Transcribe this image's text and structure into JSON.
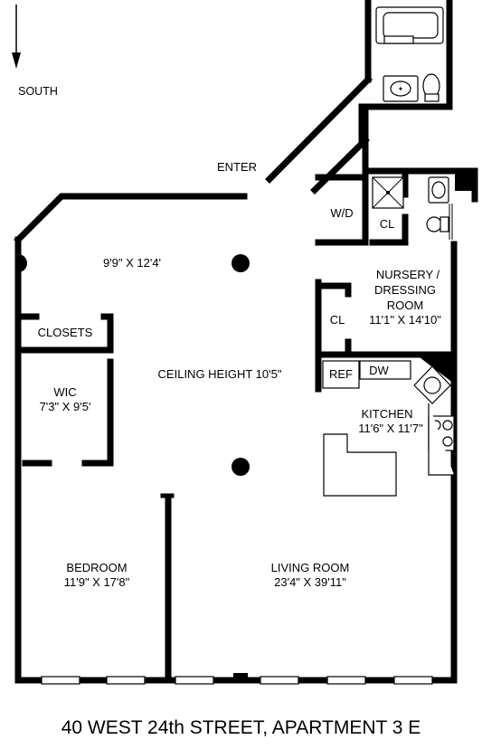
{
  "compass": {
    "direction": "SOUTH"
  },
  "entry": {
    "label": "ENTER"
  },
  "rooms": {
    "foyer": {
      "dims": "9'9\" X 12'4'"
    },
    "closets": {
      "name": "CLOSETS"
    },
    "wic": {
      "name": "WIC",
      "dims": "7'3\" X 9'5'"
    },
    "ceiling": {
      "note": "CEILING HEIGHT 10'5\""
    },
    "wd": {
      "name": "W/D"
    },
    "cl_bath": {
      "name": "CL"
    },
    "nursery": {
      "line1": "NURSERY /",
      "line2": "DRESSING",
      "line3": "ROOM",
      "dims": "11'1\" X 14'10\""
    },
    "cl_nursery": {
      "name": "CL"
    },
    "ref": {
      "name": "REF"
    },
    "dw": {
      "name": "DW"
    },
    "kitchen": {
      "name": "KITCHEN",
      "dims": "11'6\" X 11'7\""
    },
    "bedroom": {
      "name": "BEDROOM",
      "dims": "11'9\" X 17'8\""
    },
    "living": {
      "name": "LIVING ROOM",
      "dims": "23'4\" X 39'11\""
    }
  },
  "address": "40 WEST 24th STREET, APARTMENT 3 E"
}
